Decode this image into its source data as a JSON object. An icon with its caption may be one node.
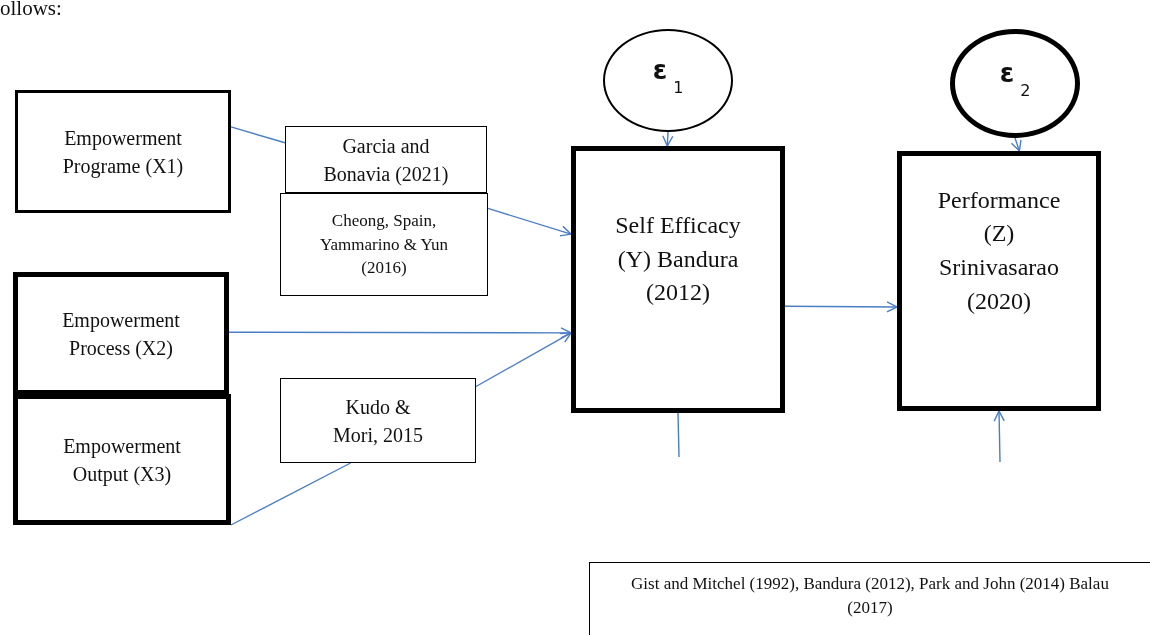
{
  "diagram": {
    "nodes": [
      {
        "text": [
          "Empowerment Programe (X1)"
        ]
      },
      {
        "text": [
          "Garcia and Bonavia (2021)"
        ]
      },
      {
        "text": [
          "Cheong, Spain, Yammarino & Yun (2016)"
        ]
      },
      {
        "text": [
          "Empowerment Process (X2)"
        ]
      },
      {
        "text": [
          "Empowerment Output (X3)"
        ]
      },
      {
        "text": [
          "Kudo & Mori, 2015"
        ]
      },
      {
        "text": [
          "Self Efficacy (Y) Bandura (2012)"
        ]
      },
      {
        "text": [
          "Performance (Z) Srinivasarao (2020)"
        ]
      },
      {
        "text": [
          "ε$_{1}$"
        ]
      },
      {
        "text": [
          "ε$_{2}$"
        ]
      },
      {
        "text": [
          "Gist and Mitchel (1992), Bandura (2012), Park and John (2014) Balau (2017)"
        ]
      }
    ],
    "edges": [
      {
        "from": 0,
        "to": 1,
        "arrow": "none"
      },
      {
        "from": 2,
        "to": 6,
        "arrow": "to"
      },
      {
        "from": 3,
        "to": 6,
        "arrow": "to"
      },
      {
        "from": 4,
        "to": 5,
        "arrow": "none"
      },
      {
        "from": 5,
        "to": 6,
        "arrow": "to"
      },
      {
        "from": 8,
        "to": 6,
        "arrow": "to"
      },
      {
        "from": 9,
        "to": 7,
        "arrow": "to"
      },
      {
        "from": 6,
        "to": 7,
        "arrow": "to"
      },
      {
        "from": 6,
        "to": null,
        "arrow": "none"
      },
      {
        "from": null,
        "to": 7,
        "arrow": "to"
      }
    ],
    "labels": [
      "ollows:"
    ]
  }
}
